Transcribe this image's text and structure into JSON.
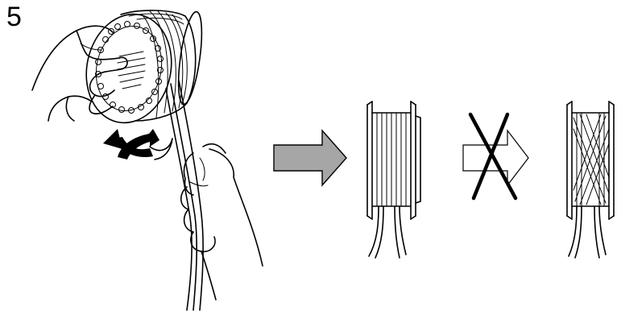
{
  "step": {
    "number": "5"
  },
  "colors": {
    "line": "#000000",
    "background": "#ffffff",
    "correct_arrow_fill": "#a6a6a6",
    "wrong_arrow_fill": "#ffffff"
  },
  "icons": {
    "rotation": "curved-arrow-icon",
    "correct": "filled-arrow-icon",
    "wrong": "outline-arrow-icon",
    "prohibited": "x-cross-icon"
  },
  "panels": {
    "correct_result": "even-winding",
    "incorrect_result": "crossed-winding"
  }
}
